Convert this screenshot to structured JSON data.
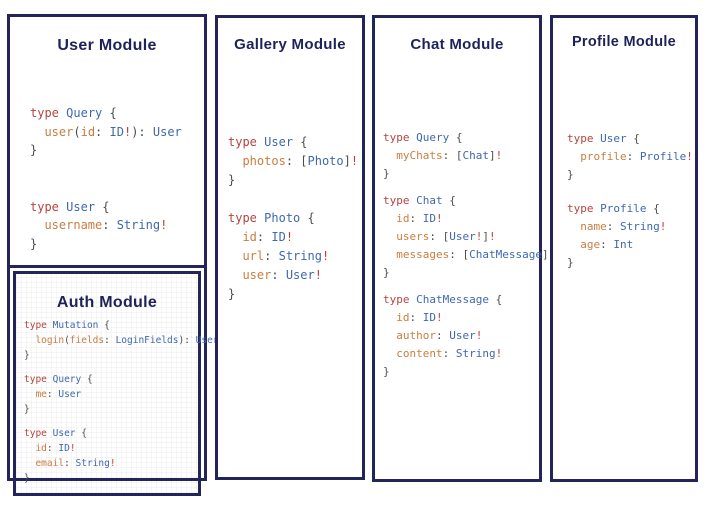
{
  "colors": {
    "border": "#22245a",
    "heading": "#1e2259",
    "kw": "#b5443f",
    "ty": "#3f68b0",
    "fld": "#c97e41",
    "pn": "#4d4d4d",
    "ex": "#bf4038"
  },
  "modules": {
    "user": {
      "title": "User Module",
      "blocks": [
        [
          [
            [
              "kw",
              "type"
            ],
            [
              "pn",
              " "
            ],
            [
              "ty",
              "Query"
            ],
            [
              "pn",
              " {"
            ]
          ],
          [
            [
              "pn",
              "  "
            ],
            [
              "fld",
              "user"
            ],
            [
              "pn",
              "("
            ],
            [
              "fld",
              "id"
            ],
            [
              "pn",
              ": "
            ],
            [
              "ty",
              "ID"
            ],
            [
              "ex",
              "!"
            ],
            [
              "pn",
              "): "
            ],
            [
              "ty",
              "User"
            ]
          ],
          [
            [
              "pn",
              "}"
            ]
          ]
        ],
        [
          [
            [
              "kw",
              "type"
            ],
            [
              "pn",
              " "
            ],
            [
              "ty",
              "User"
            ],
            [
              "pn",
              " {"
            ]
          ],
          [
            [
              "pn",
              "  "
            ],
            [
              "fld",
              "username"
            ],
            [
              "pn",
              ": "
            ],
            [
              "ty",
              "String"
            ],
            [
              "ex",
              "!"
            ]
          ],
          [
            [
              "pn",
              "}"
            ]
          ]
        ]
      ]
    },
    "auth": {
      "title": "Auth Module",
      "blocks": [
        [
          [
            [
              "kw",
              "type"
            ],
            [
              "pn",
              " "
            ],
            [
              "ty",
              "Mutation"
            ],
            [
              "pn",
              " {"
            ]
          ],
          [
            [
              "pn",
              "  "
            ],
            [
              "fld",
              "login"
            ],
            [
              "pn",
              "("
            ],
            [
              "fld",
              "fields"
            ],
            [
              "pn",
              ": "
            ],
            [
              "ty",
              "LoginFields"
            ],
            [
              "pn",
              "): "
            ],
            [
              "ty",
              "User"
            ]
          ],
          [
            [
              "pn",
              "}"
            ]
          ]
        ],
        [
          [
            [
              "kw",
              "type"
            ],
            [
              "pn",
              " "
            ],
            [
              "ty",
              "Query"
            ],
            [
              "pn",
              " {"
            ]
          ],
          [
            [
              "pn",
              "  "
            ],
            [
              "fld",
              "me"
            ],
            [
              "pn",
              ": "
            ],
            [
              "ty",
              "User"
            ]
          ],
          [
            [
              "pn",
              "}"
            ]
          ]
        ],
        [
          [
            [
              "kw",
              "type"
            ],
            [
              "pn",
              " "
            ],
            [
              "ty",
              "User"
            ],
            [
              "pn",
              " {"
            ]
          ],
          [
            [
              "pn",
              "  "
            ],
            [
              "fld",
              "id"
            ],
            [
              "pn",
              ": "
            ],
            [
              "ty",
              "ID"
            ],
            [
              "ex",
              "!"
            ]
          ],
          [
            [
              "pn",
              "  "
            ],
            [
              "fld",
              "email"
            ],
            [
              "pn",
              ": "
            ],
            [
              "ty",
              "String"
            ],
            [
              "ex",
              "!"
            ]
          ],
          [
            [
              "pn",
              "}"
            ]
          ]
        ]
      ]
    },
    "gallery": {
      "title": "Gallery Module",
      "blocks": [
        [
          [
            [
              "kw",
              "type"
            ],
            [
              "pn",
              " "
            ],
            [
              "ty",
              "User"
            ],
            [
              "pn",
              " {"
            ]
          ],
          [
            [
              "pn",
              "  "
            ],
            [
              "fld",
              "photos"
            ],
            [
              "pn",
              ": ["
            ],
            [
              "ty",
              "Photo"
            ],
            [
              "pn",
              "]"
            ],
            [
              "ex",
              "!"
            ]
          ],
          [
            [
              "pn",
              "}"
            ]
          ]
        ],
        [
          [
            [
              "kw",
              "type"
            ],
            [
              "pn",
              " "
            ],
            [
              "ty",
              "Photo"
            ],
            [
              "pn",
              " {"
            ]
          ],
          [
            [
              "pn",
              "  "
            ],
            [
              "fld",
              "id"
            ],
            [
              "pn",
              ": "
            ],
            [
              "ty",
              "ID"
            ],
            [
              "ex",
              "!"
            ]
          ],
          [
            [
              "pn",
              "  "
            ],
            [
              "fld",
              "url"
            ],
            [
              "pn",
              ": "
            ],
            [
              "ty",
              "String"
            ],
            [
              "ex",
              "!"
            ]
          ],
          [
            [
              "pn",
              "  "
            ],
            [
              "fld",
              "user"
            ],
            [
              "pn",
              ": "
            ],
            [
              "ty",
              "User"
            ],
            [
              "ex",
              "!"
            ]
          ],
          [
            [
              "pn",
              "}"
            ]
          ]
        ]
      ]
    },
    "chat": {
      "title": "Chat Module",
      "blocks": [
        [
          [
            [
              "kw",
              "type"
            ],
            [
              "pn",
              " "
            ],
            [
              "ty",
              "Query"
            ],
            [
              "pn",
              " {"
            ]
          ],
          [
            [
              "pn",
              "  "
            ],
            [
              "fld",
              "myChats"
            ],
            [
              "pn",
              ": ["
            ],
            [
              "ty",
              "Chat"
            ],
            [
              "pn",
              "]"
            ],
            [
              "ex",
              "!"
            ]
          ],
          [
            [
              "pn",
              "}"
            ]
          ]
        ],
        [
          [
            [
              "kw",
              "type"
            ],
            [
              "pn",
              " "
            ],
            [
              "ty",
              "Chat"
            ],
            [
              "pn",
              " {"
            ]
          ],
          [
            [
              "pn",
              "  "
            ],
            [
              "fld",
              "id"
            ],
            [
              "pn",
              ": "
            ],
            [
              "ty",
              "ID"
            ],
            [
              "ex",
              "!"
            ]
          ],
          [
            [
              "pn",
              "  "
            ],
            [
              "fld",
              "users"
            ],
            [
              "pn",
              ": ["
            ],
            [
              "ty",
              "User"
            ],
            [
              "ex",
              "!"
            ],
            [
              "pn",
              "]"
            ],
            [
              "ex",
              "!"
            ]
          ],
          [
            [
              "pn",
              "  "
            ],
            [
              "fld",
              "messages"
            ],
            [
              "pn",
              ": ["
            ],
            [
              "ty",
              "ChatMessage"
            ],
            [
              "pn",
              "]"
            ],
            [
              "ex",
              "!"
            ]
          ],
          [
            [
              "pn",
              "}"
            ]
          ]
        ],
        [
          [
            [
              "kw",
              "type"
            ],
            [
              "pn",
              " "
            ],
            [
              "ty",
              "ChatMessage"
            ],
            [
              "pn",
              " {"
            ]
          ],
          [
            [
              "pn",
              "  "
            ],
            [
              "fld",
              "id"
            ],
            [
              "pn",
              ": "
            ],
            [
              "ty",
              "ID"
            ],
            [
              "ex",
              "!"
            ]
          ],
          [
            [
              "pn",
              "  "
            ],
            [
              "fld",
              "author"
            ],
            [
              "pn",
              ": "
            ],
            [
              "ty",
              "User"
            ],
            [
              "ex",
              "!"
            ]
          ],
          [
            [
              "pn",
              "  "
            ],
            [
              "fld",
              "content"
            ],
            [
              "pn",
              ": "
            ],
            [
              "ty",
              "String"
            ],
            [
              "ex",
              "!"
            ]
          ],
          [
            [
              "pn",
              "}"
            ]
          ]
        ]
      ]
    },
    "profile": {
      "title": "Profile Module",
      "blocks": [
        [
          [
            [
              "kw",
              "type"
            ],
            [
              "pn",
              " "
            ],
            [
              "ty",
              "User"
            ],
            [
              "pn",
              " {"
            ]
          ],
          [
            [
              "pn",
              "  "
            ],
            [
              "fld",
              "profile"
            ],
            [
              "pn",
              ": "
            ],
            [
              "ty",
              "Profile"
            ],
            [
              "ex",
              "!"
            ]
          ],
          [
            [
              "pn",
              "}"
            ]
          ]
        ],
        [
          [
            [
              "kw",
              "type"
            ],
            [
              "pn",
              " "
            ],
            [
              "ty",
              "Profile"
            ],
            [
              "pn",
              " {"
            ]
          ],
          [
            [
              "pn",
              "  "
            ],
            [
              "fld",
              "name"
            ],
            [
              "pn",
              ": "
            ],
            [
              "ty",
              "String"
            ],
            [
              "ex",
              "!"
            ]
          ],
          [
            [
              "pn",
              "  "
            ],
            [
              "fld",
              "age"
            ],
            [
              "pn",
              ": "
            ],
            [
              "ty",
              "Int"
            ]
          ],
          [
            [
              "pn",
              "}"
            ]
          ]
        ]
      ]
    }
  }
}
